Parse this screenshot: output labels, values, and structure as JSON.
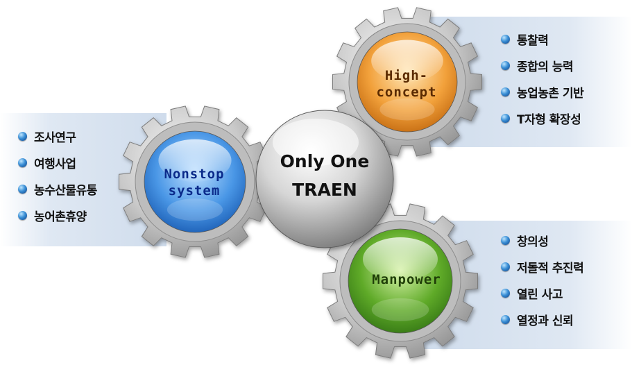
{
  "center": {
    "line1": "Only One",
    "line2": "TRAEN"
  },
  "gears": {
    "left": {
      "line1": "Nonstop",
      "line2": "system",
      "color": "#1f6fd1"
    },
    "top": {
      "line1": "High-",
      "line2": "concept",
      "color": "#e8861c"
    },
    "bottom": {
      "line1": "Manpower",
      "color": "#3f8f1c"
    }
  },
  "lists": {
    "left": [
      "조사연구",
      "여행사업",
      "농수산물유통",
      "농어촌휴양"
    ],
    "top": [
      "통찰력",
      "종합의 능력",
      "농업농촌 기반",
      "T자형 확장성"
    ],
    "bottom": [
      "창의성",
      "저돌적 추진력",
      "열린 사고",
      "열정과 신뢰"
    ]
  }
}
